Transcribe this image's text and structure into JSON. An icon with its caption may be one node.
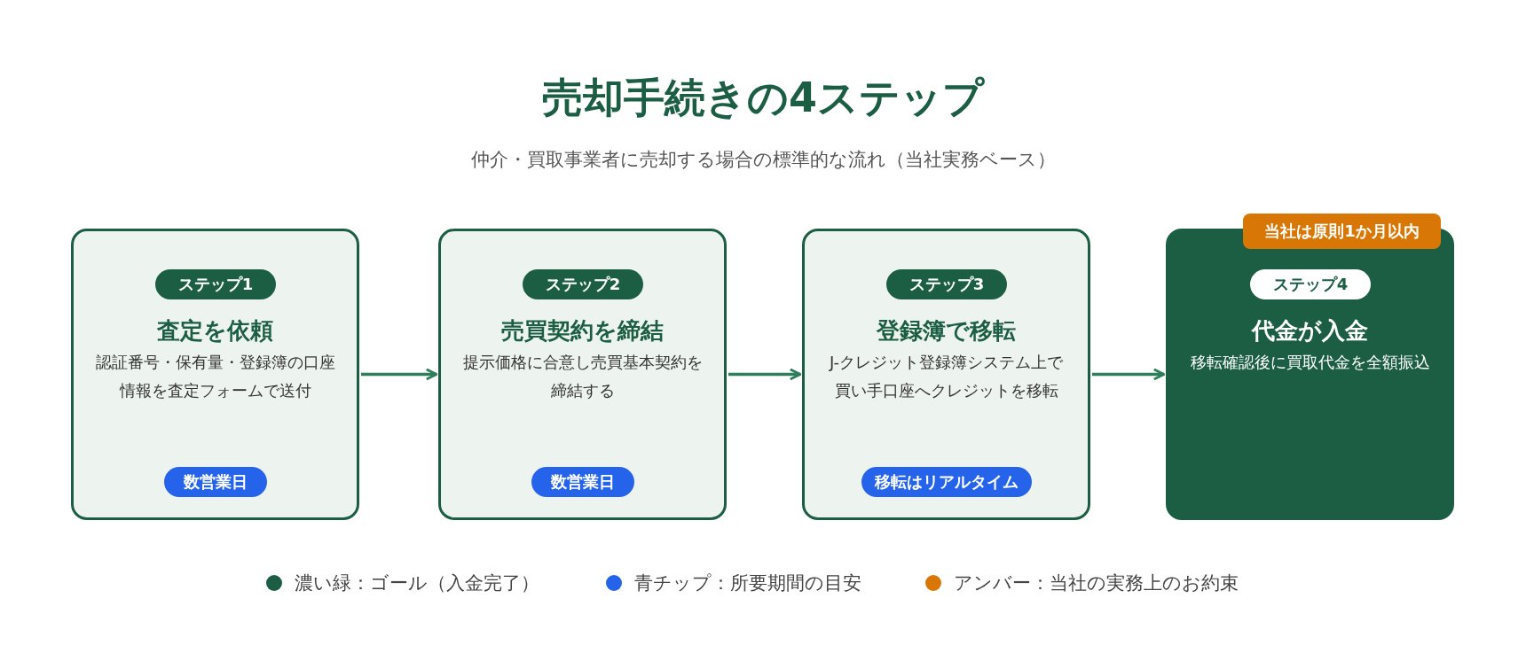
{
  "diagram": {
    "title": "売却手続きの4ステップ",
    "caption": "仲介・買取事業者に売却する場合の標準的な流れ（当社実務ベース）",
    "nodes": [
      {
        "text": [
          "査定を依頼",
          "認証番号・保有量・登録簿の口座情報を査定フォームで送付"
        ]
      },
      {
        "text": [
          "ステップ1"
        ],
        "in": 0
      },
      {
        "text": [
          "数営業日"
        ],
        "in": 0
      },
      {
        "text": [
          "売買契約を締結",
          "提示価格に合意し売買基本契約を締結する"
        ]
      },
      {
        "text": [
          "ステップ2"
        ],
        "in": 3
      },
      {
        "text": [
          "数営業日"
        ],
        "in": 3
      },
      {
        "text": [
          "登録簿で移転",
          "J-クレジット登録簿システム上で買い手口座へクレジットを移転"
        ]
      },
      {
        "text": [
          "ステップ3"
        ],
        "in": 6
      },
      {
        "text": [
          "移転はリアルタイム"
        ],
        "in": 6
      },
      {
        "text": [
          "当社は原則1か月以内"
        ]
      },
      {
        "text": [
          "代金が入金",
          "移転確認後に買取代金を全額振込"
        ]
      },
      {
        "text": [
          "ステップ4"
        ],
        "in": 10
      }
    ],
    "edges": [
      {
        "from": 0,
        "to": 3,
        "arrow": "to"
      },
      {
        "from": 3,
        "to": 6,
        "arrow": "to"
      },
      {
        "from": 6,
        "to": 10,
        "arrow": "to"
      }
    ],
    "legend": [
      {
        "text": "濃い緑：ゴール（入金完了）",
        "color": "#1b5e44"
      },
      {
        "text": "青チップ：所要期間の目安",
        "color": "#2563eb"
      },
      {
        "text": "アンバー：当社の実務上のお約束",
        "color": "#d97706"
      }
    ]
  }
}
